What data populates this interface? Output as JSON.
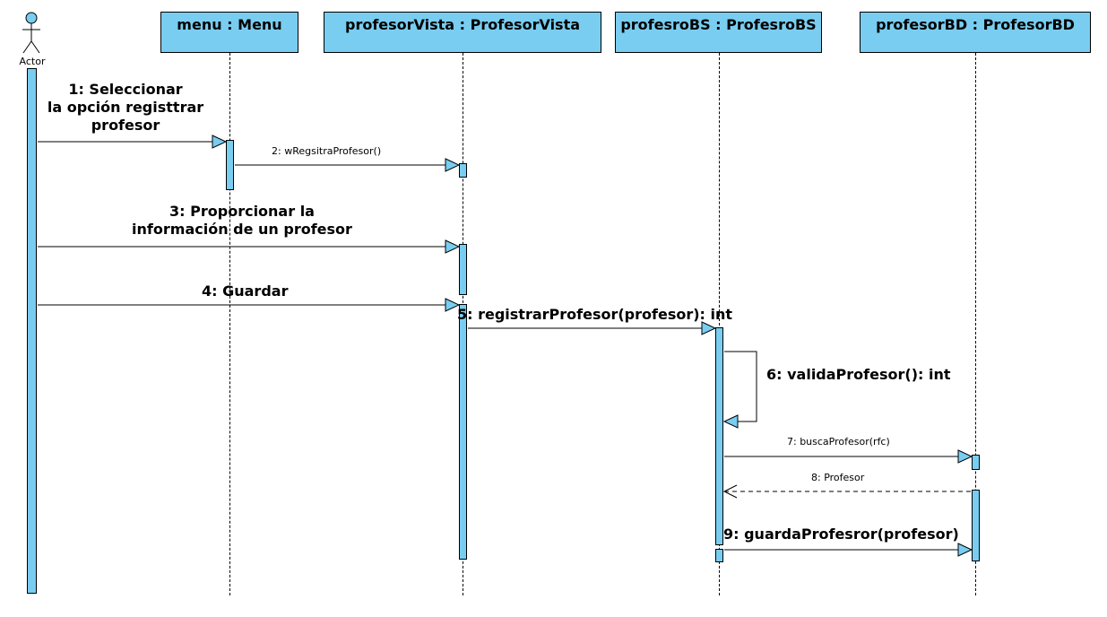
{
  "actor": {
    "label": "Actor"
  },
  "lifelines": [
    {
      "id": "menu",
      "label": "menu : Menu"
    },
    {
      "id": "vista",
      "label": "profesorVista : ProfesorVista"
    },
    {
      "id": "bs",
      "label": "profesroBS : ProfesroBS"
    },
    {
      "id": "bd",
      "label": "profesorBD : ProfesorBD"
    }
  ],
  "messages": [
    {
      "text": "1: Seleccionar\nla opción registtrar\nprofesor"
    },
    {
      "text": "2: wRegsitraProfesor()"
    },
    {
      "text": "3: Proporcionar la\ninformación de un profesor"
    },
    {
      "text": "4: Guardar"
    },
    {
      "text": "5: registrarProfesor(profesor): int"
    },
    {
      "text": "6: validaProfesor(): int"
    },
    {
      "text": "7: buscaProfesor(rfc)"
    },
    {
      "text": "8: Profesor"
    },
    {
      "text": "9: guardaProfesror(profesor)"
    }
  ],
  "colors": {
    "fill": "#79CDF0",
    "stroke": "#000000"
  }
}
